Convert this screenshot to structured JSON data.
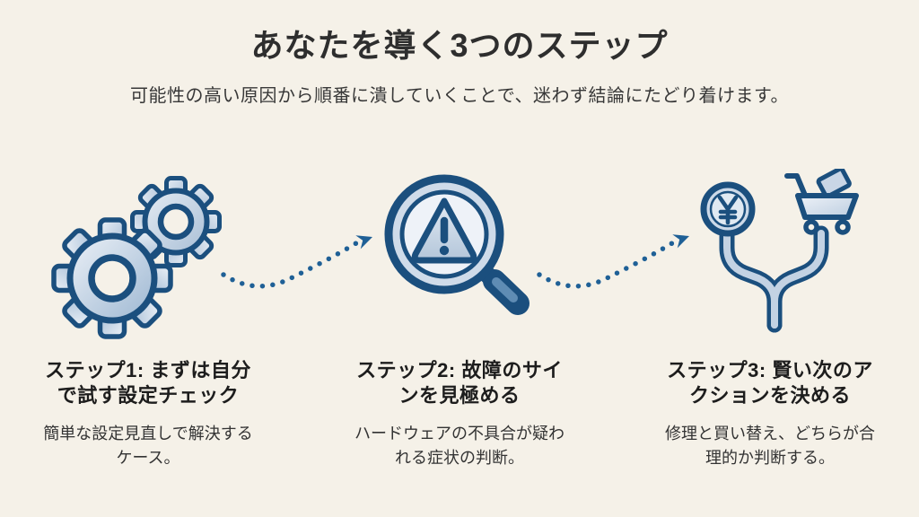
{
  "colors": {
    "background": "#f5f1e8",
    "icon_outline_blue": "#1b4f7e",
    "icon_fill_light_blue": "#c9d7e7",
    "arrow_blue": "#1f6096",
    "title_text": "#2e2e2e",
    "body_text": "#333333"
  },
  "header": {
    "title": "あなたを導く3つのステップ",
    "subtitle": "可能性の高い原因から順番に潰していくことで、迷わず結論にたどり着けます。"
  },
  "steps": [
    {
      "icon": "gears-icon",
      "title": "ステップ1: まずは自分\nで試す設定チェック",
      "description": "簡単な設定見直しで解決する\nケース。"
    },
    {
      "icon": "magnifier-warning-icon",
      "title": "ステップ2: 故障のサイ\nンを見極める",
      "description": "ハードウェアの不具合が疑わ\nれる症状の判断。"
    },
    {
      "icon": "decision-branch-icon",
      "title": "ステップ3: 賢い次のア\nクションを決める",
      "description": "修理と買い替え、どちらが合\n理的か判断する。"
    }
  ]
}
